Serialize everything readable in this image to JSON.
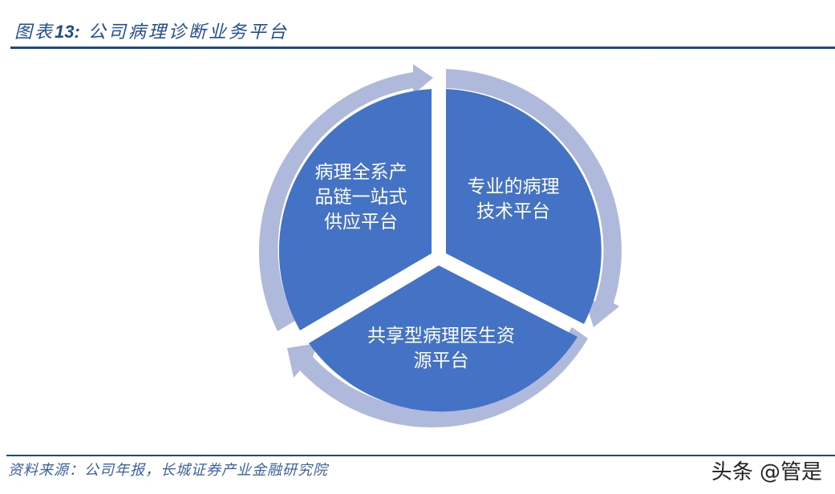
{
  "header": {
    "figure_label": "图表",
    "figure_number": "13:",
    "title": "公司病理诊断业务平台"
  },
  "diagram": {
    "type": "cycle",
    "segments": [
      {
        "label_line1": "病理全系产",
        "label_line2": "品链一站式",
        "label_line3": "供应平台"
      },
      {
        "label_line1": "专业的病理",
        "label_line2": "技术平台"
      },
      {
        "label_line1": "共享型病理医生资",
        "label_line2": "源平台"
      }
    ],
    "colors": {
      "segment_fill": "#4472c4",
      "ring_arrow": "#aeb9dc",
      "rule": "#1b4b8c",
      "title": "#1f4e96"
    }
  },
  "footer": {
    "source": "资料来源：公司年报，长城证券产业金融研究院",
    "watermark": "头条 @管是"
  }
}
